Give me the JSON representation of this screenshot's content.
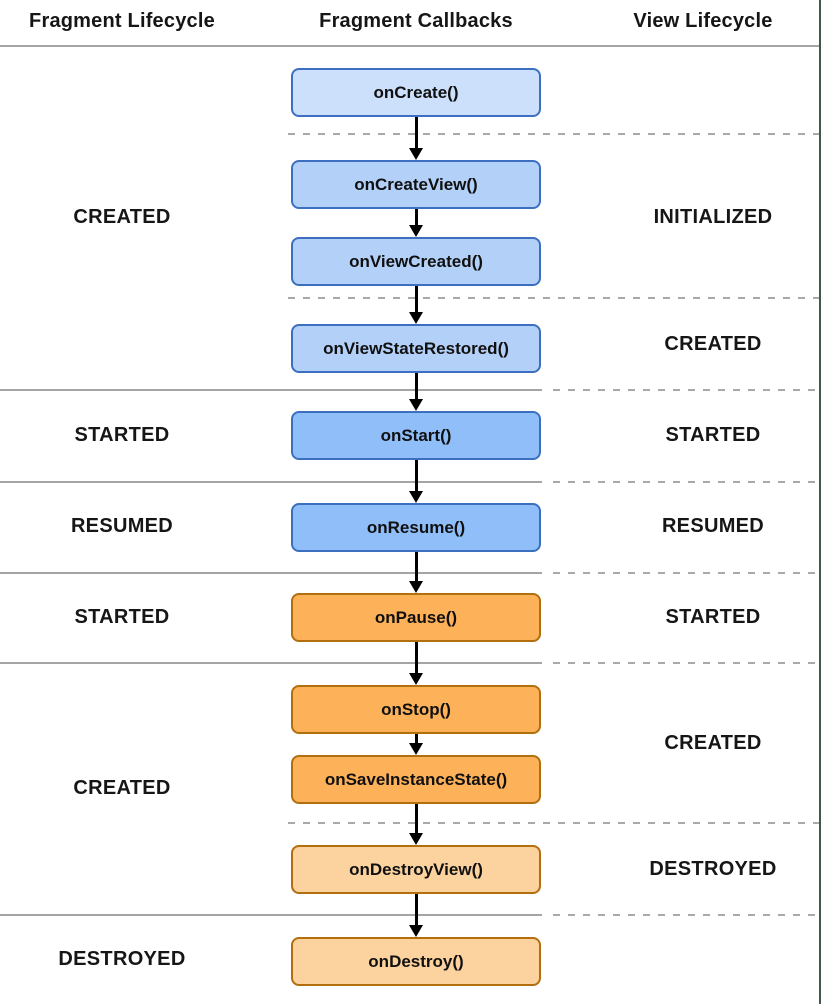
{
  "header": {
    "fragment_lifecycle": "Fragment Lifecycle",
    "fragment_callbacks": "Fragment Callbacks",
    "view_lifecycle": "View Lifecycle"
  },
  "fragment_states": [
    {
      "label": "CREATED"
    },
    {
      "label": "STARTED"
    },
    {
      "label": "RESUMED"
    },
    {
      "label": "STARTED"
    },
    {
      "label": "CREATED"
    },
    {
      "label": "DESTROYED"
    }
  ],
  "view_states": [
    {
      "label": "INITIALIZED"
    },
    {
      "label": "CREATED"
    },
    {
      "label": "STARTED"
    },
    {
      "label": "RESUMED"
    },
    {
      "label": "STARTED"
    },
    {
      "label": "CREATED"
    },
    {
      "label": "DESTROYED"
    }
  ],
  "callbacks": [
    {
      "label": "onCreate()",
      "tier": "blue-lightest"
    },
    {
      "label": "onCreateView()",
      "tier": "blue-light"
    },
    {
      "label": "onViewCreated()",
      "tier": "blue-light"
    },
    {
      "label": "onViewStateRestored()",
      "tier": "blue-light"
    },
    {
      "label": "onStart()",
      "tier": "blue-medium"
    },
    {
      "label": "onResume()",
      "tier": "blue-medium"
    },
    {
      "label": "onPause()",
      "tier": "orange-medium"
    },
    {
      "label": "onStop()",
      "tier": "orange-medium"
    },
    {
      "label": "onSaveInstanceState()",
      "tier": "orange-medium"
    },
    {
      "label": "onDestroyView()",
      "tier": "orange-light"
    },
    {
      "label": "onDestroy()",
      "tier": "orange-light"
    }
  ],
  "colors": {
    "blue_lightest_fill": "#cce0fb",
    "blue_light_fill": "#b3d1f8",
    "blue_medium_fill": "#8fbef9",
    "blue_border": "#3d6fc0",
    "orange_medium_fill": "#fdb158",
    "orange_light_fill": "#fcd29e",
    "orange_border": "#b26f0e",
    "line_gray": "#a5a5a5",
    "dash_gray": "#a9a9a9",
    "arrow_black": "#000000",
    "text_black": "#161616",
    "right_edge_line": "#44584a"
  }
}
